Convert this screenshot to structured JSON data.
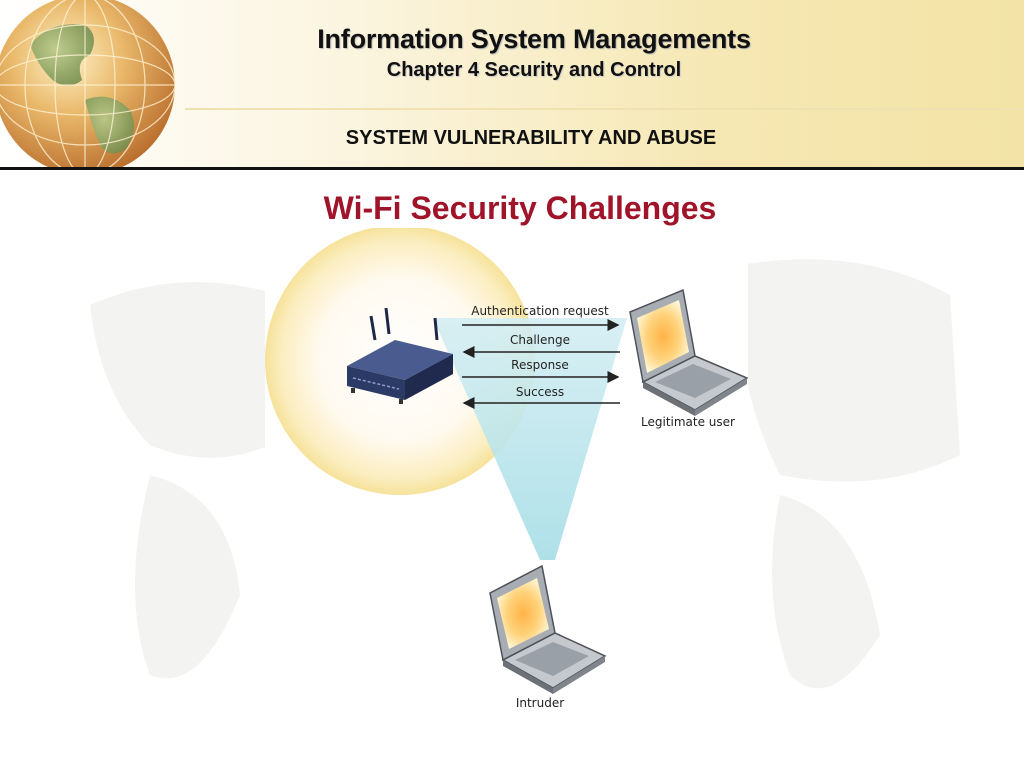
{
  "header": {
    "title": "Information System Managements",
    "subtitle": "Chapter 4 Security and Control",
    "section": "SYSTEM VULNERABILITY AND ABUSE"
  },
  "slide": {
    "heading": "Wi-Fi Security Challenges"
  },
  "diagram": {
    "messages": [
      "Authentication request",
      "Challenge",
      "Response",
      "Success"
    ],
    "legitimate_user_label": "Legitimate user",
    "intruder_label": "Intruder"
  },
  "colors": {
    "heading": "#a0142a",
    "signal_cone": "#a6dde6",
    "coverage_glow": "#f7e6a0",
    "router_body": "#2c3a66"
  },
  "icons": [
    "globe-icon",
    "wireless-router-icon",
    "laptop-icon"
  ]
}
